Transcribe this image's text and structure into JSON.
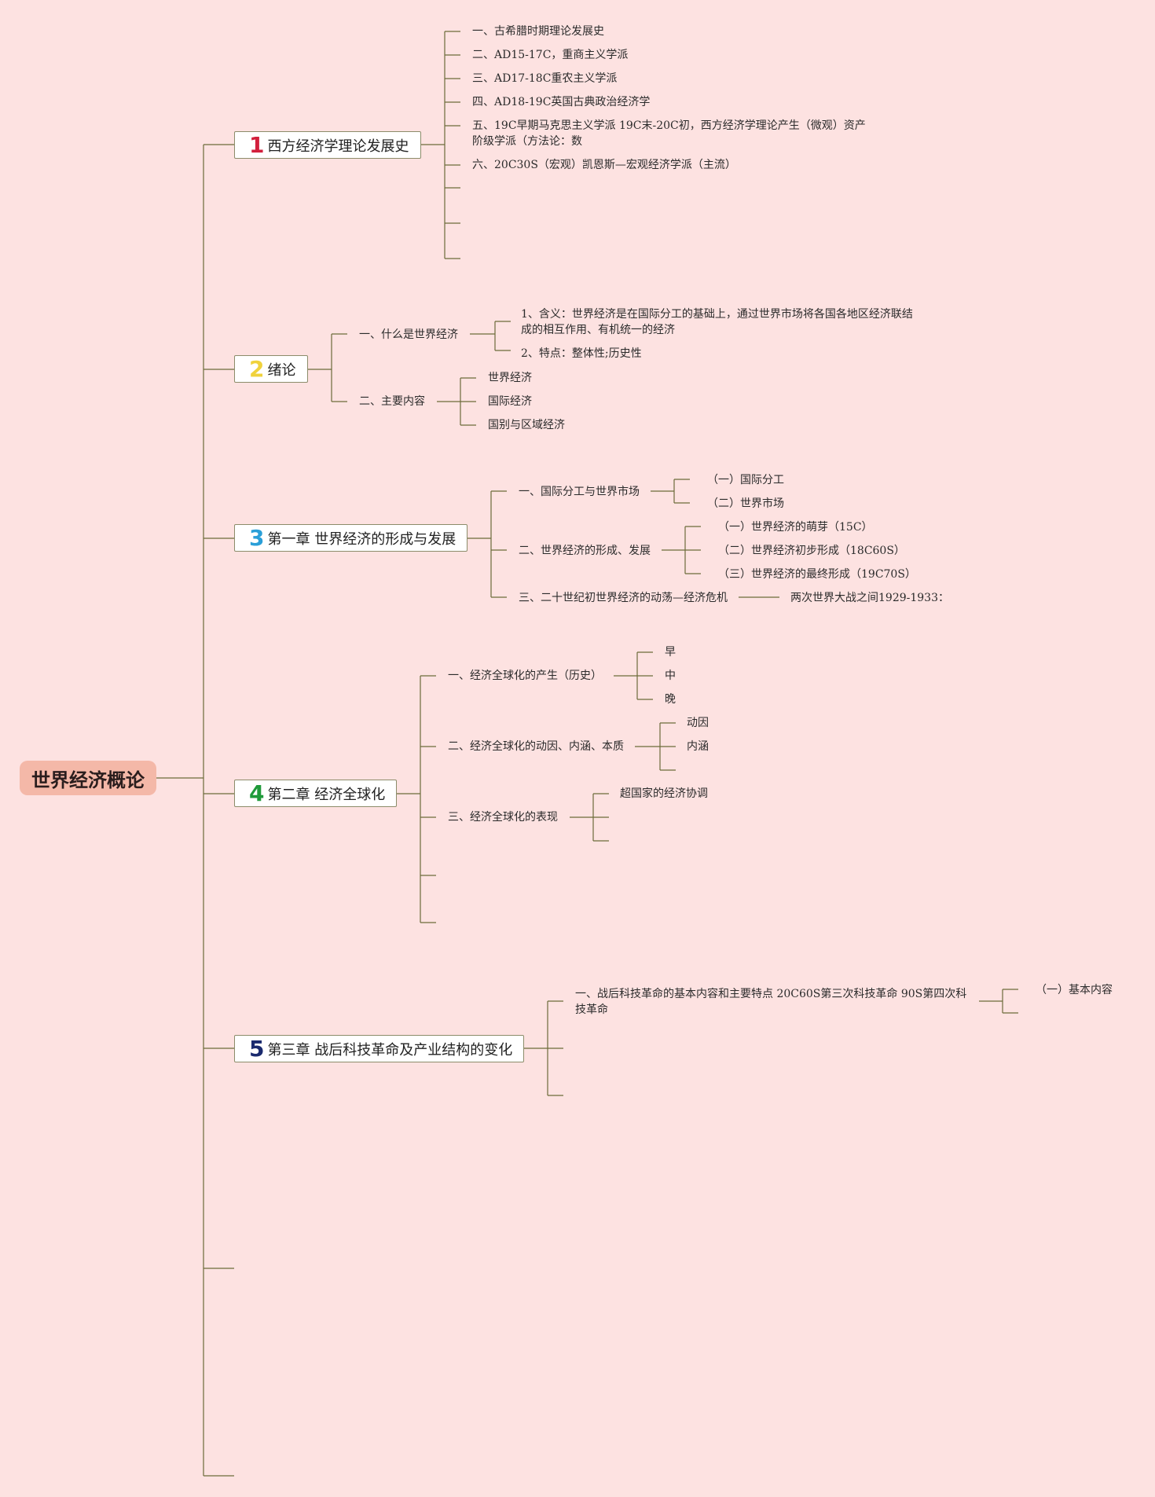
{
  "root": {
    "label": "世界经济概论"
  },
  "chapters": [
    {
      "num": "1",
      "num_color": "#d21f3c",
      "label": "西方经济学理论发展史",
      "items": [
        "一、古希腊时期理论发展史",
        "二、AD15-17C，重商主义学派",
        "三、AD17-18C重农主义学派",
        "四、AD18-19C英国古典政治经济学",
        "五、19C早期马克思主义学派 19C末-20C初，西方经济学理论产生（微观）资产阶级学派（方法论：数",
        "六、20C30S（宏观）凯恩斯—宏观经济学派（主流）"
      ]
    },
    {
      "num": "2",
      "num_color": "#f0d23c",
      "label": "绪论",
      "sub1": {
        "label": "一、什么是世界经济",
        "items": [
          "1、含义：世界经济是在国际分工的基础上，通过世界市场将各国各地区经济联结成的相互作用、有机统一的经济",
          "2、特点：整体性;历史性"
        ]
      },
      "sub2": {
        "label": "二、主要内容",
        "items": [
          "世界经济",
          "国际经济",
          "国别与区域经济"
        ]
      }
    },
    {
      "num": "3",
      "num_color": "#2a9fd8",
      "label": "第一章 世界经济的形成与发展",
      "sub1": {
        "label": "一、国际分工与世界市场",
        "items": [
          "（一）国际分工",
          "（二）世界市场"
        ]
      },
      "sub2": {
        "label": "二、世界经济的形成、发展",
        "items": [
          "（一）世界经济的萌芽（15C）",
          "（二）世界经济初步形成（18C60S）",
          "（三）世界经济的最终形成（19C70S）"
        ]
      },
      "sub3": {
        "label": "三、二十世纪初世界经济的动荡—经济危机",
        "items": [
          "两次世界大战之间1929-1933："
        ]
      }
    },
    {
      "num": "4",
      "num_color": "#1f9a3a",
      "label": "第二章 经济全球化",
      "sub1": {
        "label": "一、经济全球化的产生（历史）",
        "items": [
          "早",
          "中",
          "晚"
        ]
      },
      "sub2": {
        "label": "二、经济全球化的动因、内涵、本质",
        "items": [
          "动因",
          "内涵"
        ]
      },
      "sub3": {
        "label": "三、经济全球化的表现",
        "items": [
          "超国家的经济协调"
        ]
      }
    },
    {
      "num": "5",
      "num_color": "#1a2a6e",
      "label": "第三章 战后科技革命及产业结构的变化",
      "sub1": {
        "label": "一、战后科技革命的基本内容和主要特点 20C60S第三次科技革命 90S第四次科技革命",
        "items": [
          "（一）基本内容"
        ]
      }
    }
  ]
}
